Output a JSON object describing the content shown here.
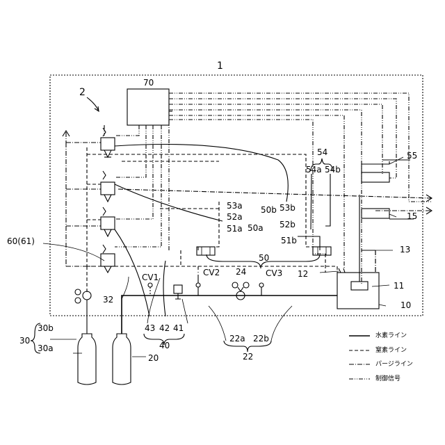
{
  "labels": {
    "system": "1",
    "device": "2",
    "controller": "70",
    "sensor_54": "54",
    "sensor_54a": "54a",
    "sensor_54b": "54b",
    "unit_55": "55",
    "unit_15": "15",
    "line_13": "13",
    "valve_53b": "53b",
    "valve_53a": "53a",
    "valve_52a": "52a",
    "valve_50a": "50a",
    "valve_51a": "51a",
    "valve_50b": "50b",
    "valve_52b": "52b",
    "valve_51b": "51b",
    "group_50": "50",
    "node_12": "12",
    "sensor_11": "11",
    "tank_10": "10",
    "label_60": "60(61)",
    "cv1": "CV1",
    "cv2": "CV2",
    "cv3": "CV3",
    "reg_24": "24",
    "line_32": "32",
    "port_43": "43",
    "port_42": "42",
    "port_41": "41",
    "group_40": "40",
    "line_22a": "22a",
    "line_22b": "22b",
    "line_22": "22",
    "cyl_30": "30",
    "cyl_30b": "30b",
    "cyl_30a": "30a",
    "cyl_20": "20"
  },
  "legend": [
    {
      "style": "solid",
      "text": "水素ライン"
    },
    {
      "style": "dashed",
      "text": "窒素ライン"
    },
    {
      "style": "dashdot",
      "text": "パージライン"
    },
    {
      "style": "dashdotdot",
      "text": "制御信号"
    }
  ]
}
